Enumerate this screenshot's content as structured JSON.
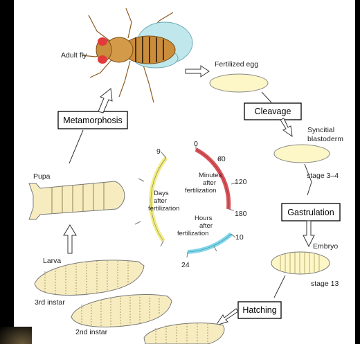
{
  "labels": {
    "adult_fly": "Adult fly",
    "fertilized_egg": "Fertilized egg",
    "syncitial_1": "Syncitial",
    "syncitial_2": "blastoderm",
    "stage_3_4": "stage 3–4",
    "embryo": "Embryo",
    "stage_13": "stage 13",
    "pupa": "Pupa",
    "larva": "Larva",
    "instar_3": "3rd instar",
    "instar_2": "2nd instar"
  },
  "boxes": {
    "metamorphosis": "Metamorphosis",
    "cleavage": "Cleavage",
    "gastrulation": "Gastrulation",
    "hatching": "Hatching"
  },
  "timeline": {
    "days": {
      "top": "9",
      "l1": "Days",
      "l2": "after",
      "l3": "fertilization"
    },
    "minutes": {
      "zero": "0",
      "t60": "60",
      "t120": "120",
      "t180": "180",
      "l1": "Minutes",
      "l2": "after",
      "l3": "fertilization"
    },
    "hours": {
      "t10": "10",
      "t24": "24",
      "l1": "Hours",
      "l2": "after",
      "l3": "fertilization"
    }
  },
  "colors": {
    "egg_fill": "#fdf6c6",
    "body_fill": "#f6ecc0",
    "red_arc": "#d9535a",
    "yellow_arc": "#f2ec7e",
    "cyan_arc": "#7fd6ea",
    "fly_body": "#c98d3c",
    "fly_wing": "#bfe7ec",
    "fly_eye": "#e23a3a"
  }
}
